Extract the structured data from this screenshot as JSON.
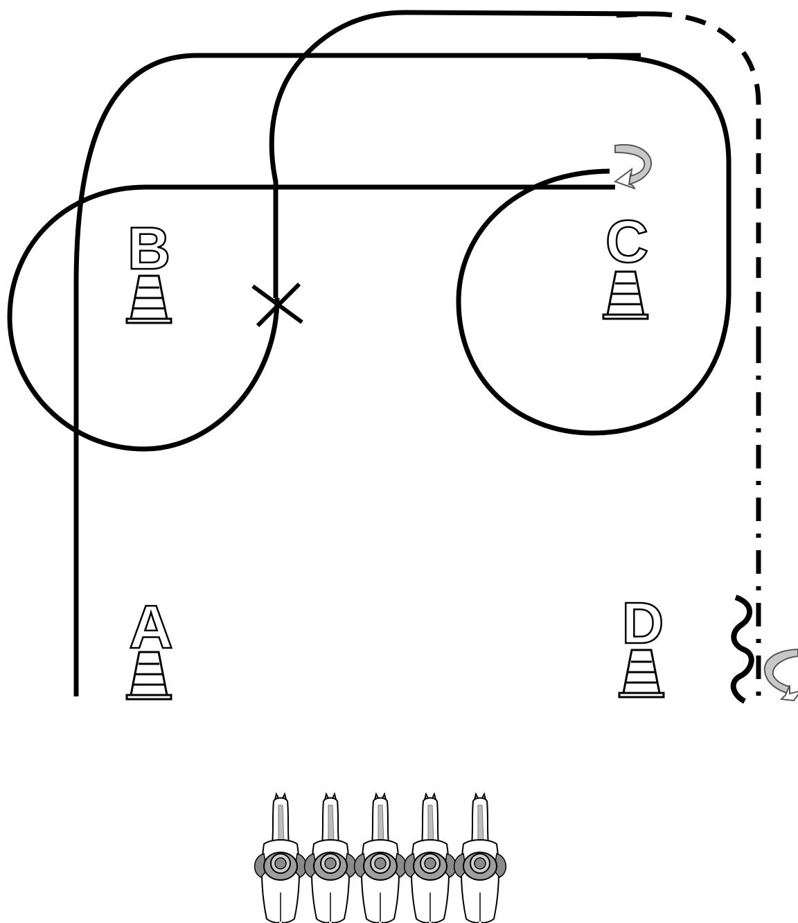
{
  "markers": [
    {
      "id": "A",
      "label": "A"
    },
    {
      "id": "B",
      "label": "B"
    },
    {
      "id": "C",
      "label": "C"
    },
    {
      "id": "D",
      "label": "D"
    }
  ],
  "riders": {
    "count": 5
  },
  "icons": [
    "traffic-cone-icon",
    "rotate-arrow-icon",
    "cross-mark-icon",
    "wavy-line-icon",
    "horse-rider-icon"
  ],
  "colors": {
    "line": "#000000",
    "arrow_fill": "#c8c8c8",
    "background": "#ffffff"
  }
}
